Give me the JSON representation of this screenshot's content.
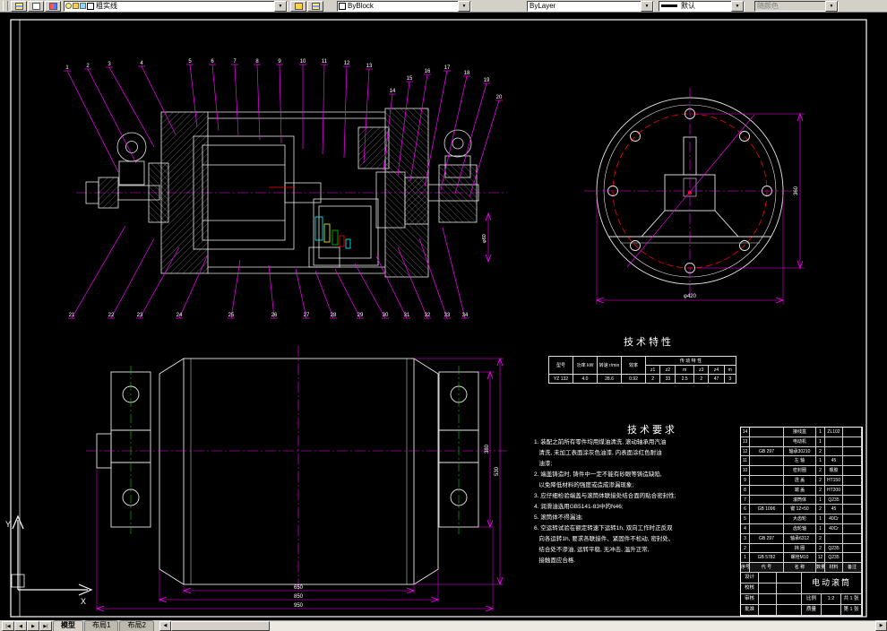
{
  "toolbar": {
    "layer_combo": "粗实线",
    "color_combo": "ByBlock",
    "linetype_combo": "ByLayer",
    "lineweight_combo": "默认",
    "plotstyle_combo": "随颜色"
  },
  "icons": {
    "dropdown_arrow": "▼",
    "scroll_left": "◀",
    "scroll_right": "▶",
    "tab_first": "|◀",
    "tab_prev": "◀",
    "tab_next": "▶",
    "tab_last": "▶|"
  },
  "status_tabs": {
    "model": "模型",
    "layout1": "布局1",
    "layout2": "布局2"
  },
  "ucs": {
    "x": "X",
    "y": "Y"
  },
  "colors": {
    "leader": "#FF00FF",
    "outline": "#E8E8E8",
    "bolt_circle": "#FF0000",
    "hidden": "#00CC00"
  },
  "balloons": {
    "top": [
      "1",
      "2",
      "3",
      "4",
      "5",
      "6",
      "7",
      "8",
      "9",
      "10",
      "11",
      "12",
      "13"
    ],
    "right": [
      "14",
      "15",
      "16",
      "17",
      "18",
      "19",
      "20"
    ],
    "bottom": [
      "21",
      "22",
      "23",
      "24",
      "25",
      "26",
      "27",
      "28",
      "29",
      "30",
      "31",
      "32",
      "33",
      "34"
    ]
  },
  "section_view": {
    "dim_shaft": "φ60"
  },
  "end_view": {
    "dim_vertical": "360",
    "dim_bottom": "φ420"
  },
  "bottom_view": {
    "dim_650": "650",
    "dim_850": "850",
    "dim_950": "950",
    "dim_380": "380",
    "dim_530": "530"
  },
  "tech_char": {
    "title": "技术特性",
    "header_row1": [
      "型号",
      "功率 kW",
      "转速 r/min",
      "效率",
      "传 动 特 性"
    ],
    "header_row2": [
      "z1",
      "z2",
      "m",
      "z3",
      "z4",
      "m"
    ],
    "values": [
      "YZ 132",
      "4.0",
      "28.6",
      "0.92",
      "2",
      "33",
      "2.5",
      "2",
      "47",
      "3"
    ]
  },
  "tech_req": {
    "title": "技术要求",
    "lines": [
      "1. 装配之前所有零件均用煤油清洗, 滚动轴承用汽油",
      "   清洗, 未加工表面涂灰色油漆, 内表面涂红色耐油",
      "   油漆;",
      "2. 端盖铸造时, 铸件中一定不能有砂眼等铸造缺陷,",
      "   以免降低材料的强度或造成渗漏现象;",
      "3. 应仔细检验端盖与滚筒体联接处结合面的贴合密封性;",
      "4. 润滑油选用GB5141-83中的N46;",
      "5. 滚筒体不得漏油;",
      "6. 空运转试验在额定转速下运转1h, 双向工作时正反双",
      "   向各运转1h, 要求各联接件、紧固件不松动, 密封处、",
      "   结合处不渗油, 运转平稳, 无冲击, 温升正常,",
      "   接触面应合格."
    ]
  },
  "title_block": {
    "bom_header": [
      "序号",
      "代  号",
      "名  称",
      "数量",
      "材料",
      "备注"
    ],
    "bom_rows": [
      [
        "14",
        "",
        "接线盒",
        "1",
        "ZL102",
        ""
      ],
      [
        "13",
        "",
        "电动机",
        "1",
        "",
        ""
      ],
      [
        "12",
        "GB 297",
        "轴承30210",
        "2",
        "",
        ""
      ],
      [
        "11",
        "",
        "左 轴",
        "1",
        "45",
        ""
      ],
      [
        "10",
        "",
        "密封圈",
        "2",
        "橡胶",
        ""
      ],
      [
        "9",
        "",
        "透 盖",
        "2",
        "HT150",
        ""
      ],
      [
        "8",
        "",
        "端 盖",
        "2",
        "HT200",
        ""
      ],
      [
        "7",
        "",
        "滚筒体",
        "1",
        "Q235",
        ""
      ],
      [
        "6",
        "GB 1096",
        "键 12×50",
        "2",
        "45",
        ""
      ],
      [
        "5",
        "",
        "大齿轮",
        "1",
        "40Cr",
        ""
      ],
      [
        "4",
        "",
        "齿轮轴",
        "1",
        "40Cr",
        ""
      ],
      [
        "3",
        "GB 297",
        "轴承6312",
        "2",
        "",
        ""
      ],
      [
        "2",
        "",
        "挡 圈",
        "2",
        "Q235",
        ""
      ],
      [
        "1",
        "GB 5782",
        "螺栓M10",
        "12",
        "Q235",
        ""
      ]
    ],
    "fields": {
      "design": "设计",
      "check": "校核",
      "review": "审核",
      "approve": "批准",
      "name": "电动滚筒",
      "scale_label": "比例",
      "scale": "1:2",
      "mass_label": "质量",
      "sheet": "共 1 张",
      "page": "第 1 张"
    }
  }
}
